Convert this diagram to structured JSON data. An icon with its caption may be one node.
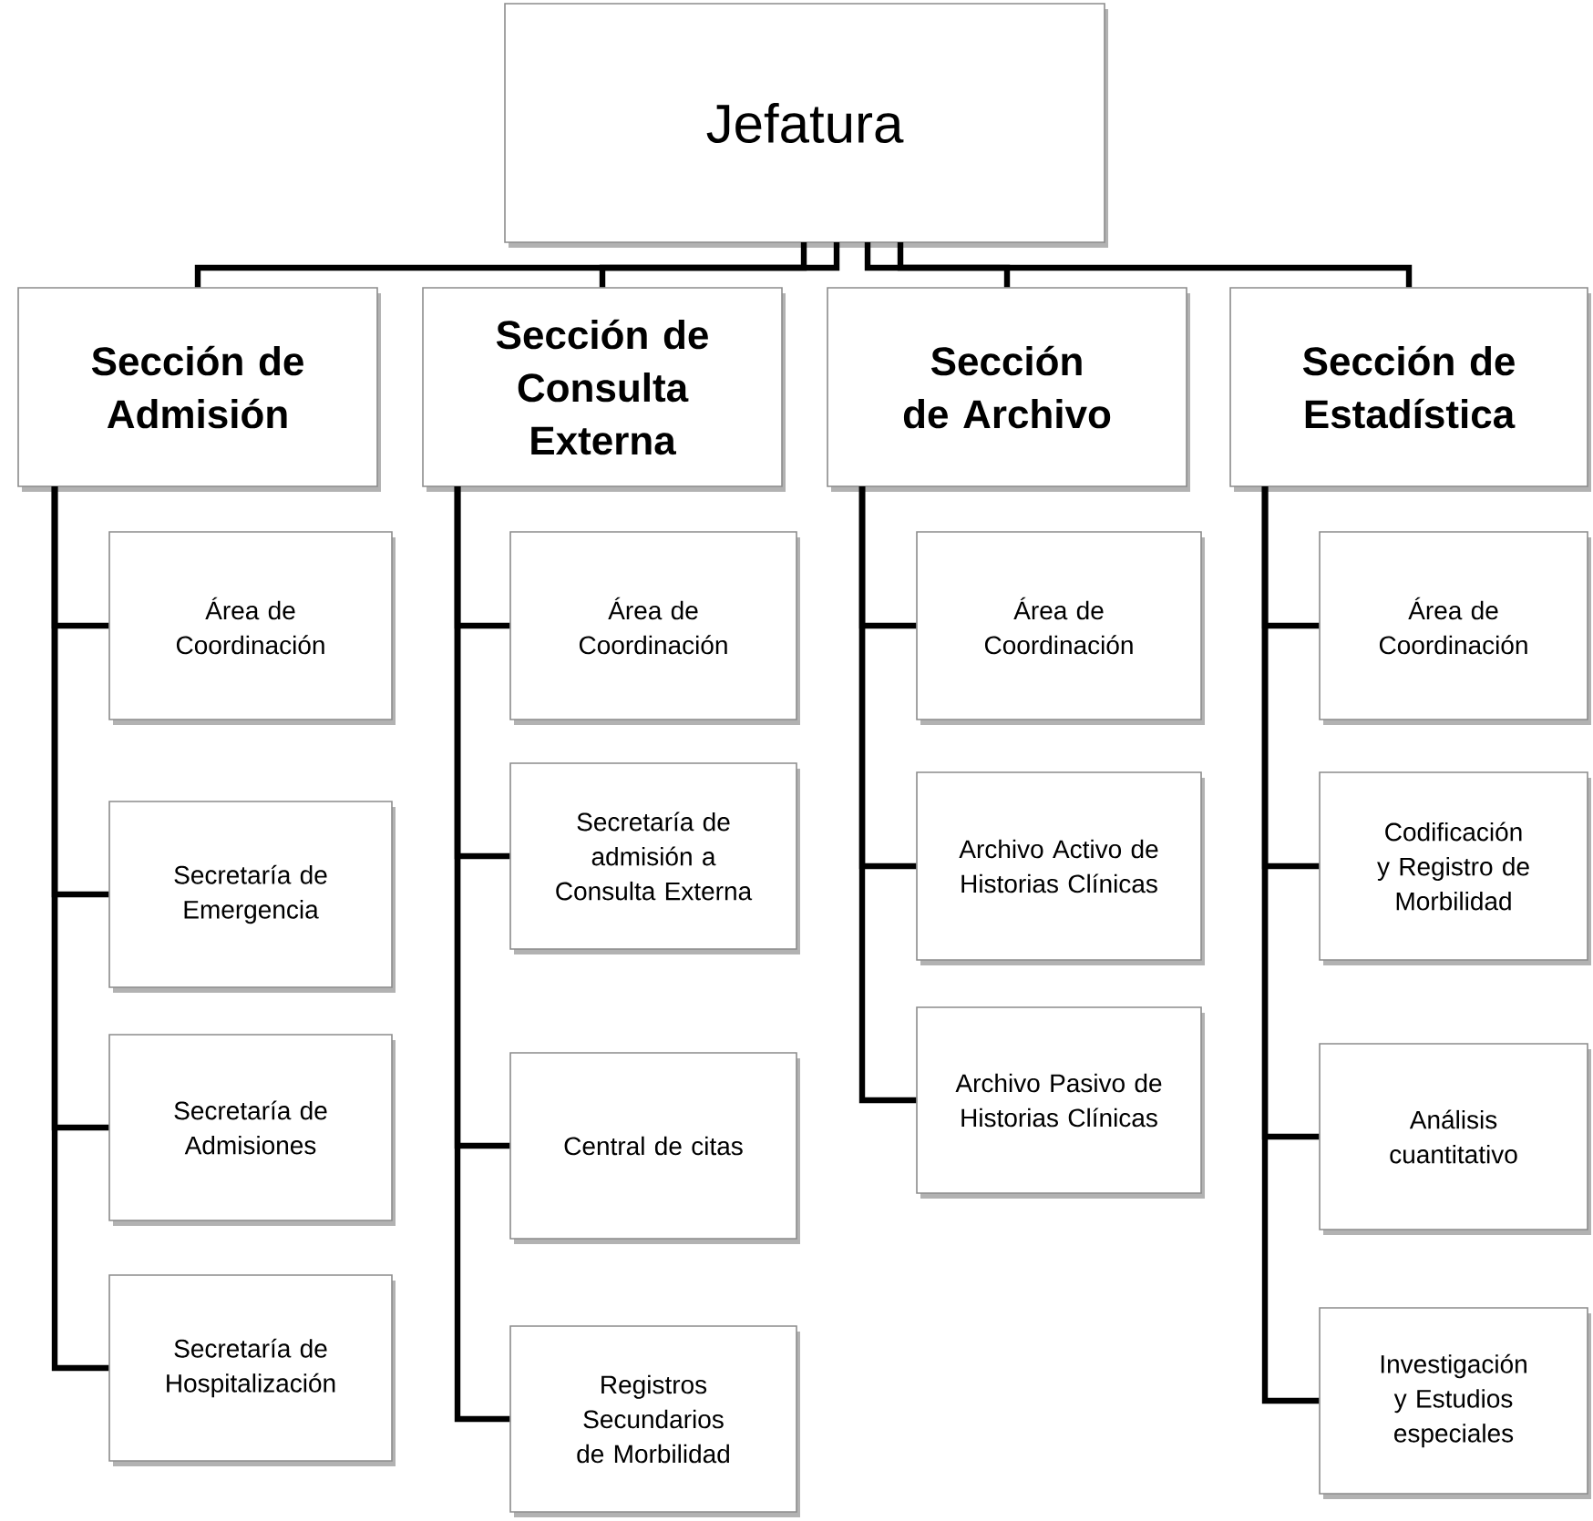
{
  "diagram": {
    "nodes": [
      {
        "text": [
          "Jefatura"
        ]
      },
      {
        "text": [
          "Sección de Admisión"
        ]
      },
      {
        "text": [
          "Sección de Consulta Externa"
        ]
      },
      {
        "text": [
          "Sección de Archivo"
        ]
      },
      {
        "text": [
          "Sección de Estadística"
        ]
      },
      {
        "text": [
          "Área de Coordinación"
        ]
      },
      {
        "text": [
          "Secretaría de Emergencia"
        ]
      },
      {
        "text": [
          "Secretaría de Admisiones"
        ]
      },
      {
        "text": [
          "Secretaría de Hospitalización"
        ]
      },
      {
        "text": [
          "Área de Coordinación"
        ]
      },
      {
        "text": [
          "Secretaría de admisión a Consulta Externa"
        ]
      },
      {
        "text": [
          "Central de citas"
        ]
      },
      {
        "text": [
          "Registros Secundarios de Morbilidad"
        ]
      },
      {
        "text": [
          "Área de Coordinación"
        ]
      },
      {
        "text": [
          "Archivo Activo de Historias Clínicas"
        ]
      },
      {
        "text": [
          "Archivo Pasivo de Historias Clínicas"
        ]
      },
      {
        "text": [
          "Área de Coordinación"
        ]
      },
      {
        "text": [
          "Codificación y Registro de Morbilidad"
        ]
      },
      {
        "text": [
          "Análisis cuantitativo"
        ]
      },
      {
        "text": [
          "Investigación y Estudios especiales"
        ]
      }
    ],
    "edges": [
      {
        "from": 0,
        "to": 1,
        "arrow": "none"
      },
      {
        "from": 0,
        "to": 2,
        "arrow": "none"
      },
      {
        "from": 0,
        "to": 3,
        "arrow": "none"
      },
      {
        "from": 0,
        "to": 4,
        "arrow": "none"
      },
      {
        "from": 1,
        "to": 5,
        "arrow": "none"
      },
      {
        "from": 1,
        "to": 6,
        "arrow": "none"
      },
      {
        "from": 1,
        "to": 7,
        "arrow": "none"
      },
      {
        "from": 1,
        "to": 8,
        "arrow": "none"
      },
      {
        "from": 2,
        "to": 9,
        "arrow": "none"
      },
      {
        "from": 2,
        "to": 10,
        "arrow": "none"
      },
      {
        "from": 2,
        "to": 11,
        "arrow": "none"
      },
      {
        "from": 2,
        "to": 12,
        "arrow": "none"
      },
      {
        "from": 3,
        "to": 13,
        "arrow": "none"
      },
      {
        "from": 3,
        "to": 14,
        "arrow": "none"
      },
      {
        "from": 3,
        "to": 15,
        "arrow": "none"
      },
      {
        "from": 4,
        "to": 16,
        "arrow": "none"
      },
      {
        "from": 4,
        "to": 17,
        "arrow": "none"
      },
      {
        "from": 4,
        "to": 18,
        "arrow": "none"
      },
      {
        "from": 4,
        "to": 19,
        "arrow": "none"
      }
    ]
  }
}
